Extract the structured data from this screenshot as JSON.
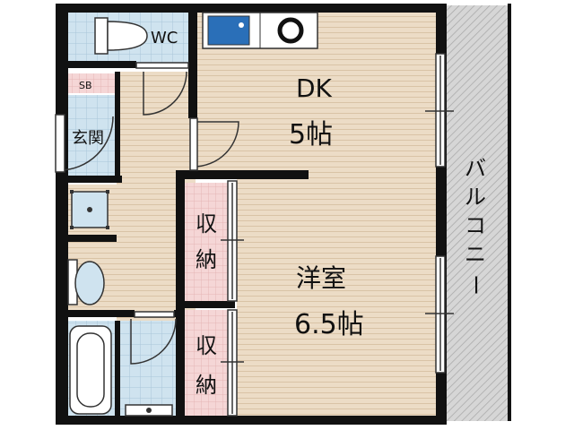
{
  "rooms": {
    "wc": "WC",
    "sb": "SB",
    "genkan": "玄関",
    "dk_name": "DK",
    "dk_size": "5帖",
    "youshitsu_name": "洋室",
    "youshitsu_size": "6.5帖",
    "storage_top": [
      "収",
      "納"
    ],
    "storage_bottom": [
      "収",
      "納"
    ],
    "balcony": [
      "バ",
      "ル",
      "コ",
      "ニ",
      "ー"
    ]
  },
  "colors": {
    "wall": "#111111",
    "floor_wood": "#ecdcc6",
    "floor_tile": "#cfe3ef",
    "storage_pink": "#f5d6d6",
    "balcony_gray": "#cccccc",
    "fixture_blue": "#2a6fb8"
  }
}
